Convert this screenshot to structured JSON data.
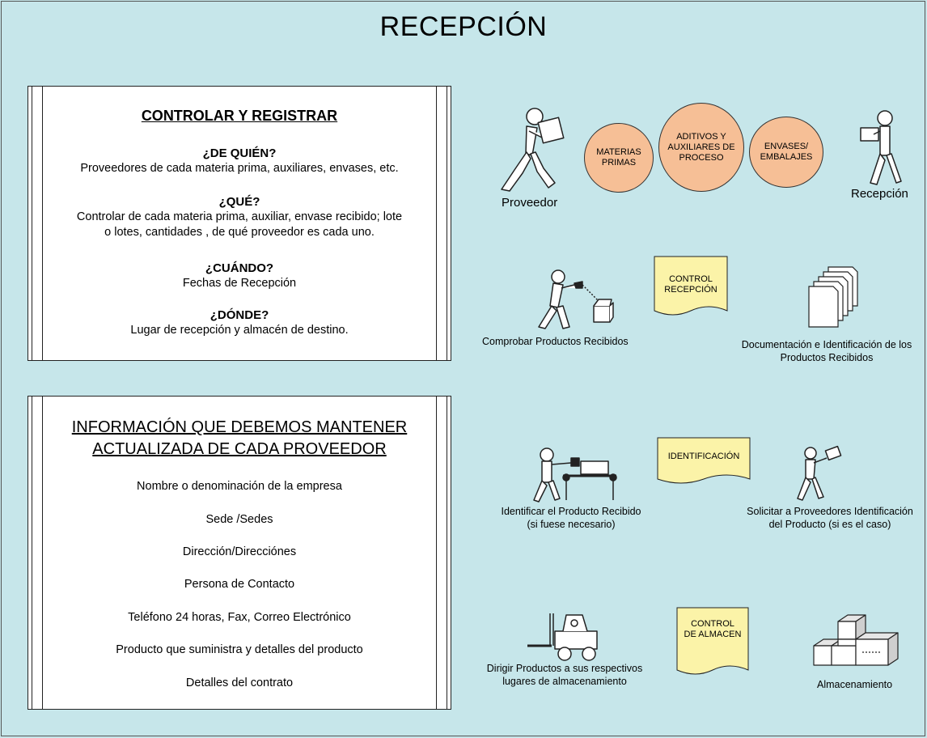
{
  "title": "RECEPCIÓN",
  "panel_control": {
    "heading": "CONTROLAR Y REGISTRAR",
    "sections": [
      {
        "question": "¿DE QUIÉN?",
        "answer": "Proveedores de cada materia prima, auxiliares, envases, etc."
      },
      {
        "question": "¿QUÉ?",
        "answer_line1": "Controlar de cada materia prima, auxiliar, envase recibido; lote",
        "answer_line2": "o lotes, cantidades , de qué proveedor es cada uno."
      },
      {
        "question": "¿CUÁNDO?",
        "answer": "Fechas de Recepción"
      },
      {
        "question": "¿DÓNDE?",
        "answer": "Lugar de recepción y almacén de destino."
      }
    ]
  },
  "panel_info": {
    "heading_line1": "INFORMACIÓN QUE DEBEMOS MANTENER",
    "heading_line2": "ACTUALIZADA DE CADA PROVEEDOR",
    "items": [
      "Nombre o denominación de la empresa",
      "Sede /Sedes",
      "Dirección/Direcciónes",
      "Persona de Contacto",
      "Teléfono 24 horas, Fax, Correo Electrónico",
      "Producto que suministra y detalles del producto",
      "Detalles del contrato"
    ]
  },
  "diagram": {
    "row1": {
      "supplier_label": "Proveedor",
      "receiver_label": "Recepción",
      "circles": [
        {
          "line1": "MATERIAS",
          "line2": "PRIMAS",
          "line3": ""
        },
        {
          "line1": "ADITIVOS Y",
          "line2": "AUXILIARES DE",
          "line3": "PROCESO"
        },
        {
          "line1": "ENVASES/",
          "line2": "EMBALAJES",
          "line3": ""
        }
      ]
    },
    "row2": {
      "check_label": "Comprobar Productos Recibidos",
      "doc_line1": "CONTROL",
      "doc_line2": "RECEPCIÓN",
      "docs_label_line1": "Documentación e Identificación de los",
      "docs_label_line2": "Productos Recibidos"
    },
    "row3": {
      "identify_label_line1": "Identificar el Producto Recibido",
      "identify_label_line2": "(si fuese necesario)",
      "doc_line1": "IDENTIFICACIÓN",
      "request_label_line1": "Solicitar a Proveedores Identificación",
      "request_label_line2": "del Producto (si es el caso)"
    },
    "row4": {
      "direct_label_line1": "Dirigir Productos a sus respectivos",
      "direct_label_line2": "lugares de almacenamiento",
      "doc_line1": "CONTROL",
      "doc_line2": "DE ALMACEN",
      "storage_label": "Almacenamiento"
    }
  },
  "colors": {
    "background": "#c6e6ea",
    "circle": "#f6bf96",
    "document": "#fbf3a8"
  }
}
